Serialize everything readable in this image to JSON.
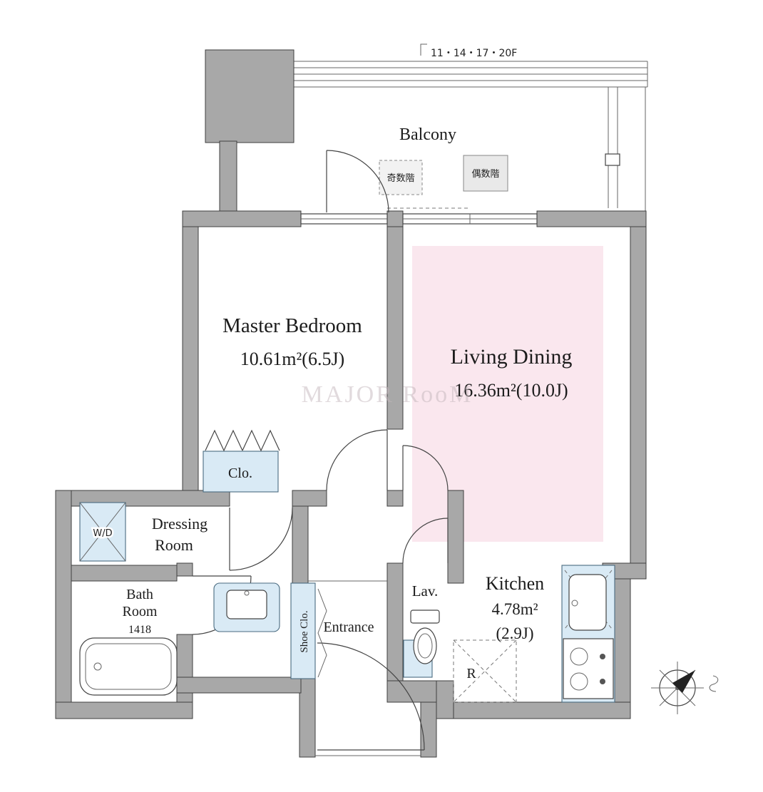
{
  "floor_plan": {
    "floors_label": "11・14・17・20F",
    "watermark": "MAJOR RooM",
    "balcony": {
      "label": "Balcony",
      "partition_odd": "奇数階",
      "partition_even": "偶数階"
    },
    "master_bedroom": {
      "label": "Master Bedroom",
      "area": "10.61m²(6.5J)"
    },
    "living_dining": {
      "label": "Living Dining",
      "area": "16.36m²(10.0J)"
    },
    "closet": {
      "label": "Clo."
    },
    "dressing_room": {
      "line1": "Dressing",
      "line2": "Room"
    },
    "washer_dryer": {
      "label": "W/D"
    },
    "bath_room": {
      "line1": "Bath",
      "line2": "Room",
      "size": "1418"
    },
    "shoe_closet": {
      "label": "Shoe Clo."
    },
    "entrance": {
      "label": "Entrance"
    },
    "lavatory": {
      "label": "Lav."
    },
    "kitchen": {
      "label": "Kitchen",
      "area_line1": "4.78m²",
      "area_line2": "(2.9J)"
    },
    "refrigerator": {
      "label": "R"
    }
  },
  "colors": {
    "wall": "#a8a8a8",
    "living_floor": "#fae7ee",
    "fixture": "#d9eaf5",
    "line": "#333333"
  }
}
